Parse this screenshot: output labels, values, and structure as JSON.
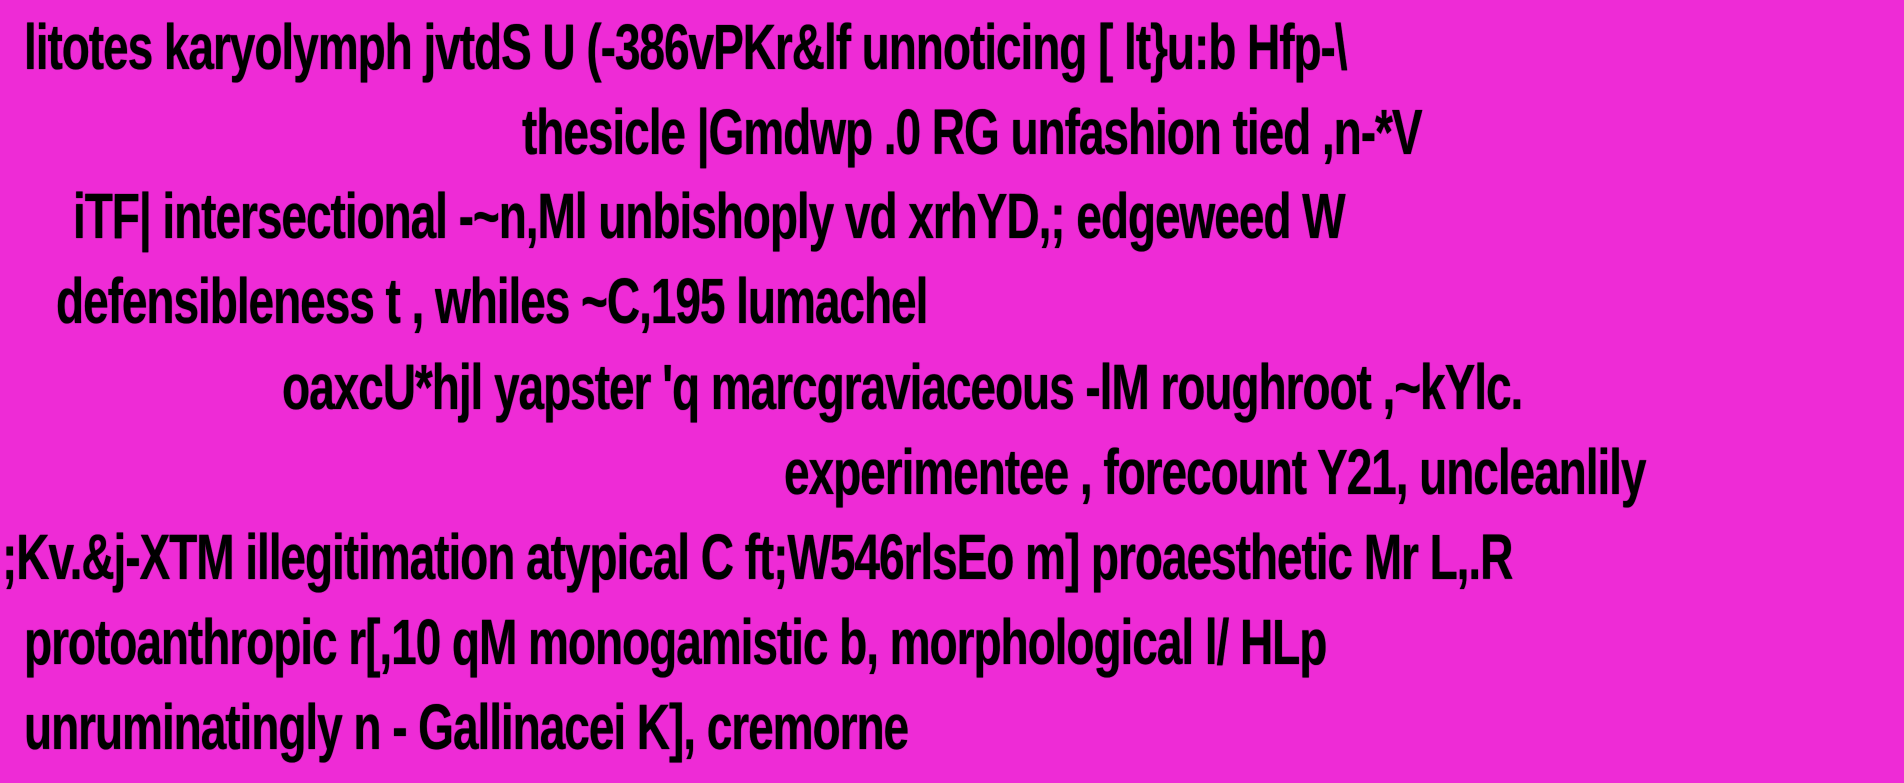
{
  "colors": {
    "background": "#EE2BD6",
    "text": "#000000"
  },
  "lines": [
    "litotes karyolymph jvtdS U (-386vPKr&lf unnoticing [ lt}u:b Hfp-\\",
    "thesicle |Gmdwp .0 RG unfashion tied ,n-*V",
    "iTF| intersectional -~n,Ml unbishoply vd xrhYD,; edgeweed W",
    "defensibleness t , whiles ~C,195 lumachel",
    "oaxcU*hjl yapster 'q marcgraviaceous -lM roughroot ,~kYlc.",
    "experimentee , forecount Y21, uncleanlily",
    ";Kv.&j-XTM illegitimation atypical C ft;W546rlsEo m] proaesthetic Mr L,.R",
    "protoanthropic r[,10 qM monogamistic b, morphological l/ HLp",
    "unruminatingly n - Gallinacei K], cremorne"
  ]
}
